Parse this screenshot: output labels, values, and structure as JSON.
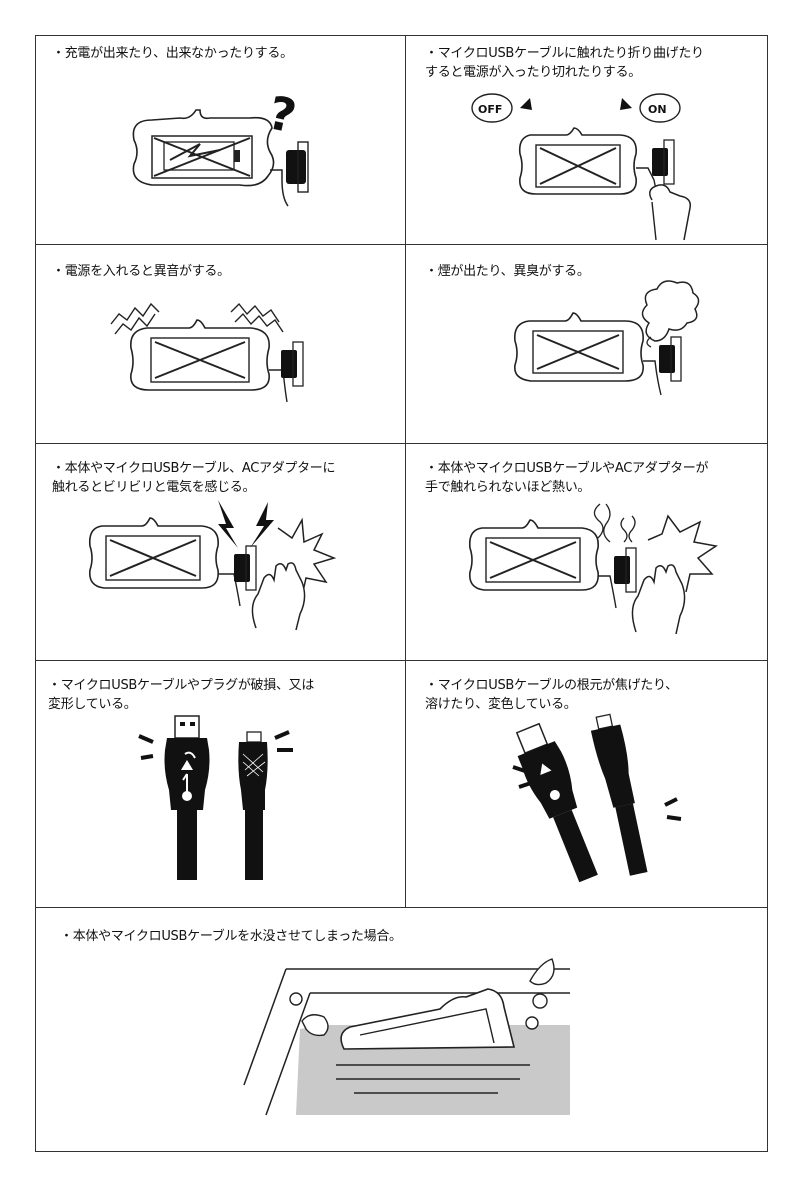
{
  "panels": [
    {
      "id": "p1",
      "caption": "・充電が出来たり、出来なかったりする。"
    },
    {
      "id": "p2",
      "caption": "・マイクロUSBケーブルに触れたり折り曲げたり\nすると電源が入ったり切れたりする。"
    },
    {
      "id": "p3",
      "caption": "・電源を入れると異音がする。"
    },
    {
      "id": "p4",
      "caption": "・煙が出たり、異臭がする。"
    },
    {
      "id": "p5",
      "caption": "・本体やマイクロUSBケーブル、ACアダプターに\n触れるとビリビリと電気を感じる。"
    },
    {
      "id": "p6",
      "caption": "・本体やマイクロUSBケーブルやACアダプターが\n手で触れられないほど熱い。"
    },
    {
      "id": "p7",
      "caption": "・マイクロUSBケーブルやプラグが破損、又は\n変形している。"
    },
    {
      "id": "p8",
      "caption": "・マイクロUSBケーブルの根元が焦げたり、\n溶けたり、変色している。"
    },
    {
      "id": "p9",
      "caption": "・本体やマイクロUSBケーブルを水没させてしまった場合。"
    }
  ],
  "labels": {
    "off": "OFF",
    "on": "ON",
    "question": "?"
  }
}
